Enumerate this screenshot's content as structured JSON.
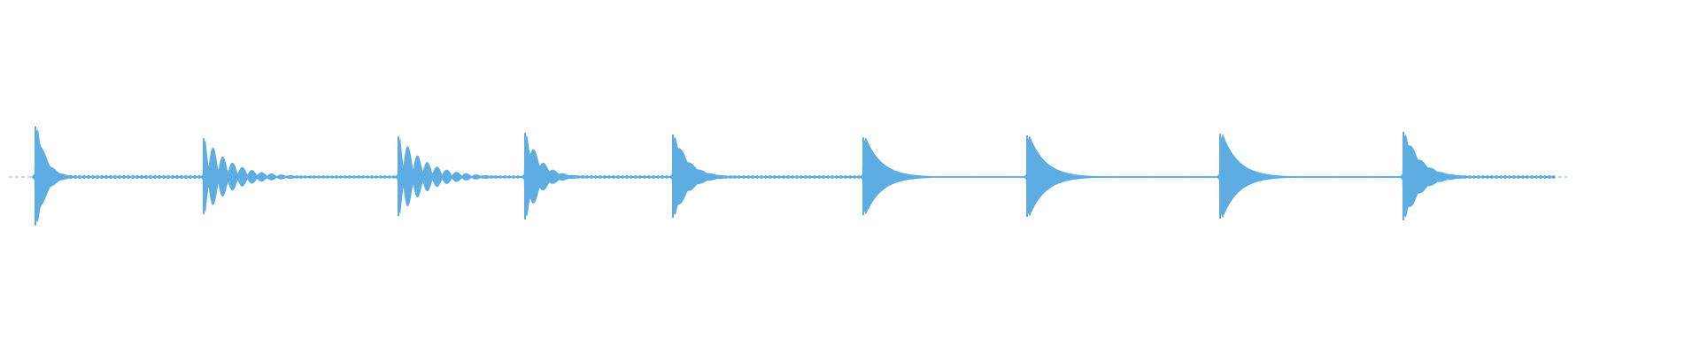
{
  "waveform": {
    "color": "#5dade2",
    "baseline_color": "#5dade2",
    "background": "#ffffff",
    "onsets": [
      {
        "amplitude": 0.56,
        "decay": "fast",
        "ring": "light"
      },
      {
        "amplitude": 0.43,
        "decay": "slow",
        "ring": "strong"
      },
      {
        "amplitude": 0.45,
        "decay": "slow",
        "ring": "strong"
      },
      {
        "amplitude": 0.49,
        "decay": "medium",
        "ring": "medium"
      },
      {
        "amplitude": 0.47,
        "decay": "medium",
        "ring": "light"
      },
      {
        "amplitude": 0.44,
        "decay": "smooth",
        "ring": "none"
      },
      {
        "amplitude": 0.46,
        "decay": "smooth",
        "ring": "none"
      },
      {
        "amplitude": 0.48,
        "decay": "smooth",
        "ring": "none"
      },
      {
        "amplitude": 0.5,
        "decay": "smooth",
        "ring": "light"
      }
    ]
  }
}
